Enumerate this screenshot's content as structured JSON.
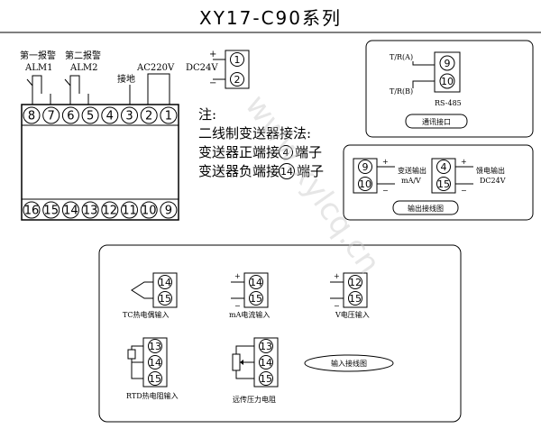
{
  "title": "XY17-C90系列",
  "alarm": {
    "alm1_cn": "第一报警",
    "alm1": "ALM1",
    "alm2_cn": "第二报警",
    "alm2": "ALM2",
    "ground": "接地",
    "power": "AC220V"
  },
  "top_terminals": [
    "8",
    "7",
    "6",
    "5",
    "4",
    "3",
    "2",
    "1"
  ],
  "bottom_terminals": [
    "16",
    "15",
    "14",
    "13",
    "12",
    "11",
    "10",
    "9"
  ],
  "dc24v": {
    "label": "DC24V",
    "plus": "+",
    "minus": "−",
    "t1": "1",
    "t2": "2"
  },
  "notes": {
    "heading": "注:",
    "line1": "二线制变送器接法:",
    "line2a": "变送器正端接",
    "line2num": "4",
    "line2b": "端子",
    "line3a": "变送器负端接",
    "line3num": "14",
    "line3b": "端子"
  },
  "comm": {
    "tra": "T/R(A)",
    "trb": "T/R(B)",
    "t9": "9",
    "t10": "10",
    "bus": "RS-485",
    "caption": "通讯接口"
  },
  "output": {
    "t9": "9",
    "t10": "10",
    "plus": "+",
    "minus": "−",
    "left_label1": "变送输出",
    "left_label2": "mA/V",
    "t4": "4",
    "t15": "15",
    "right_label1": "馈电输出",
    "right_label2": "DC24V",
    "caption": "输出接线图"
  },
  "input": {
    "tc": {
      "t1": "14",
      "t2": "15",
      "label": "TC热电偶输入"
    },
    "ma": {
      "t1": "14",
      "t2": "15",
      "plus": "+",
      "minus": "−",
      "label": "mA电流输入"
    },
    "v": {
      "t1": "12",
      "t2": "15",
      "plus": "+",
      "minus": "−",
      "label": "V电压输入"
    },
    "rtd": {
      "t1": "13",
      "t2": "14",
      "t3": "15",
      "label": "RTD热电阻输入"
    },
    "remote": {
      "t1": "13",
      "t2": "14",
      "t3": "15",
      "label": "远传压力电阻"
    },
    "caption": "输入接线图"
  },
  "watermark": {
    "url": "www.xylcq.cn"
  }
}
